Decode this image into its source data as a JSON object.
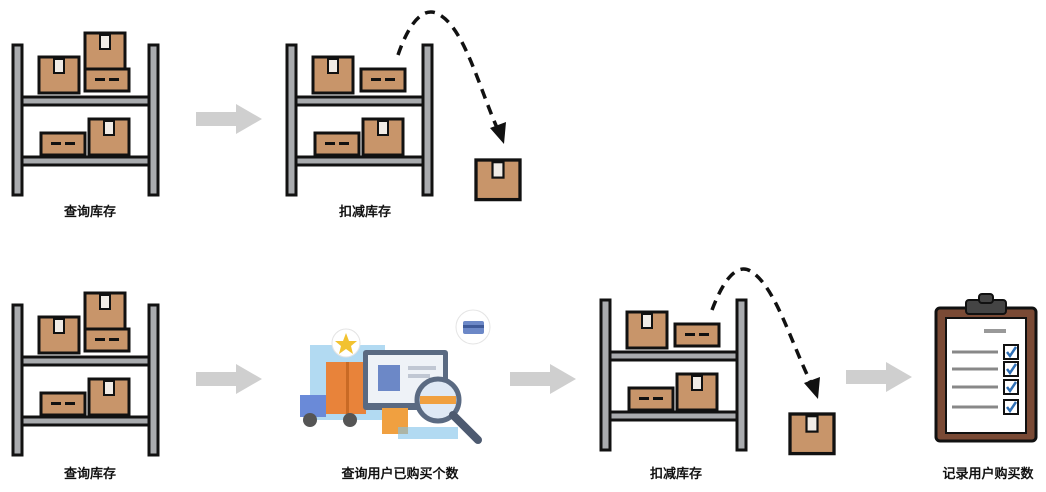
{
  "row1": {
    "step1_label": "查询库存",
    "step2_label": "扣减库存"
  },
  "row2": {
    "step1_label": "查询库存",
    "step2_label": "查询用户已购买个数",
    "step3_label": "扣减库存",
    "step4_label": "记录用户购买数"
  },
  "colors": {
    "shelf": "#a9abae",
    "shelf_outline": "#111111",
    "box": "#c8956a",
    "box_dark": "#b9845a",
    "arrow": "#cfcfcf",
    "clipboard": "#7a4a35",
    "check": "#2f6fb5"
  },
  "icons": [
    "shelf-icon",
    "box-icon",
    "arrow-right-icon",
    "dashed-arc-arrow-icon",
    "shopping-illustration-icon",
    "clipboard-checklist-icon"
  ]
}
